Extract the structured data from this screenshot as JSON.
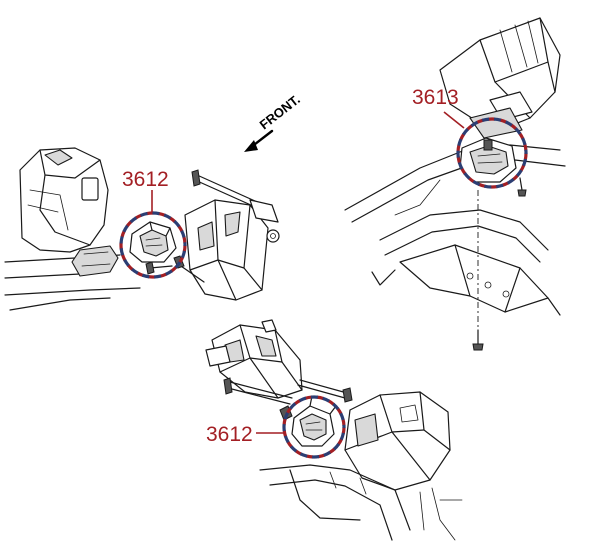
{
  "colors": {
    "callout": "#a31f24",
    "ring_red": "#a31f24",
    "ring_blue": "#2c3e73",
    "ink": "#1a1a1a"
  },
  "labels": {
    "front": "FRONT.",
    "callout_left": "3612",
    "callout_right": "3613",
    "callout_bottom": "3612"
  },
  "icons": {
    "front_arrow": "arrow-left-down-icon"
  }
}
